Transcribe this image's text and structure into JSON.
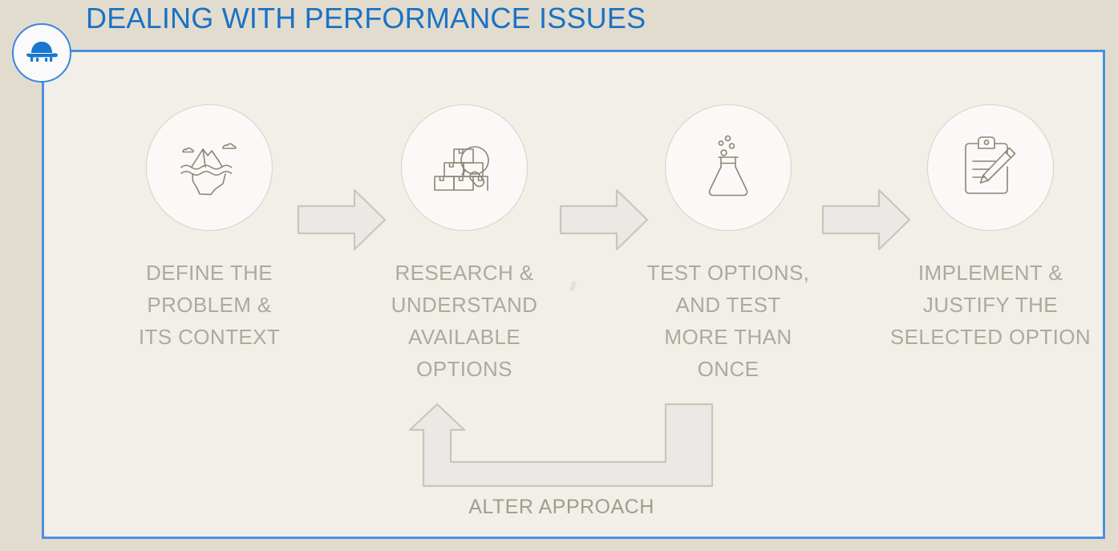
{
  "slide": {
    "title": "DEALING WITH PERFORMANCE ISSUES",
    "title_color": "#1a72c4",
    "frame_color": "#4a90e2",
    "outer_background": "#e2dccf",
    "panel_background": "#f2efe8",
    "label_color": "#afa89c"
  },
  "logo": {
    "name": "turtle-logo",
    "color": "#1878cf",
    "circle_border_color": "#3a86de"
  },
  "process": {
    "steps": [
      {
        "index": "1",
        "icon": "iceberg-icon",
        "label": "DEFINE THE\nPROBLEM &\nITS CONTEXT"
      },
      {
        "index": "2",
        "icon": "boxes-magnifier-icon",
        "label": "RESEARCH &\nUNDERSTAND\nAVAILABLE\nOPTIONS"
      },
      {
        "index": "3",
        "icon": "flask-icon",
        "label": "TEST OPTIONS,\nAND TEST\nMORE THAN\nONCE"
      },
      {
        "index": "4",
        "icon": "clipboard-pencil-icon",
        "label": "IMPLEMENT &\nJUSTIFY THE\nSELECTED OPTION"
      }
    ],
    "connector_icon": "arrow-right-icon",
    "connector_count": "3"
  },
  "feedback_loop": {
    "icon": "u-turn-arrow-icon",
    "label": "ALTER APPROACH",
    "fill": "#ebe9e6",
    "stroke": "#cbc5ba"
  }
}
